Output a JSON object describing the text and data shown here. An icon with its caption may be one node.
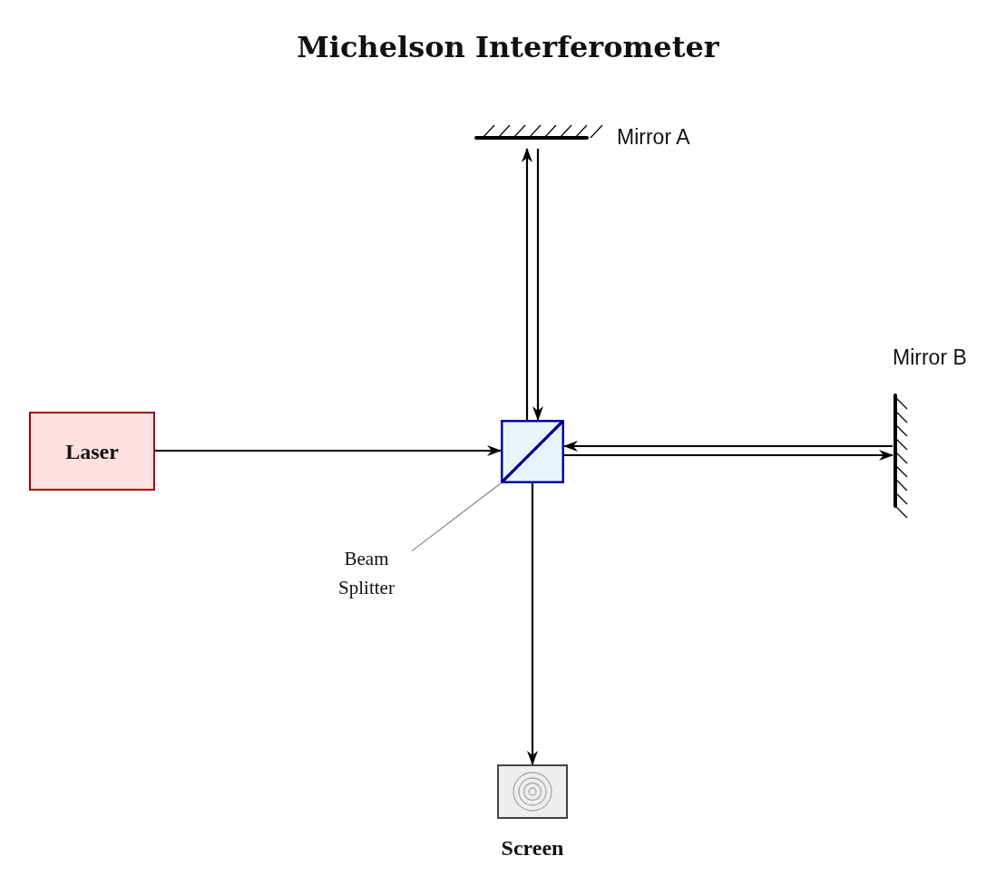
{
  "diagram": {
    "title": "Michelson Interferometer",
    "nodes": [
      {
        "text": [
          "Mirror A"
        ]
      },
      {
        "text": [
          "Mirror B"
        ]
      },
      {
        "text": [
          "Laser"
        ]
      },
      {
        "text": [],
        "shape": "box"
      },
      {
        "text": [
          "Beam Splitter"
        ]
      },
      {
        "text": [
          "Screen"
        ]
      }
    ],
    "edges": [
      {
        "from": 2,
        "to": 3,
        "arrow": "to"
      },
      {
        "from": 3,
        "to": 0,
        "arrow": "to"
      },
      {
        "from": 0,
        "to": 3,
        "arrow": "to"
      },
      {
        "from": 1,
        "to": 3,
        "arrow": "to"
      },
      {
        "from": 3,
        "to": 1,
        "arrow": "to"
      },
      {
        "from": 3,
        "to": 5,
        "arrow": "to"
      },
      {
        "from": 4,
        "to": 3,
        "arrow": "none",
        "color": "#808080"
      }
    ]
  }
}
